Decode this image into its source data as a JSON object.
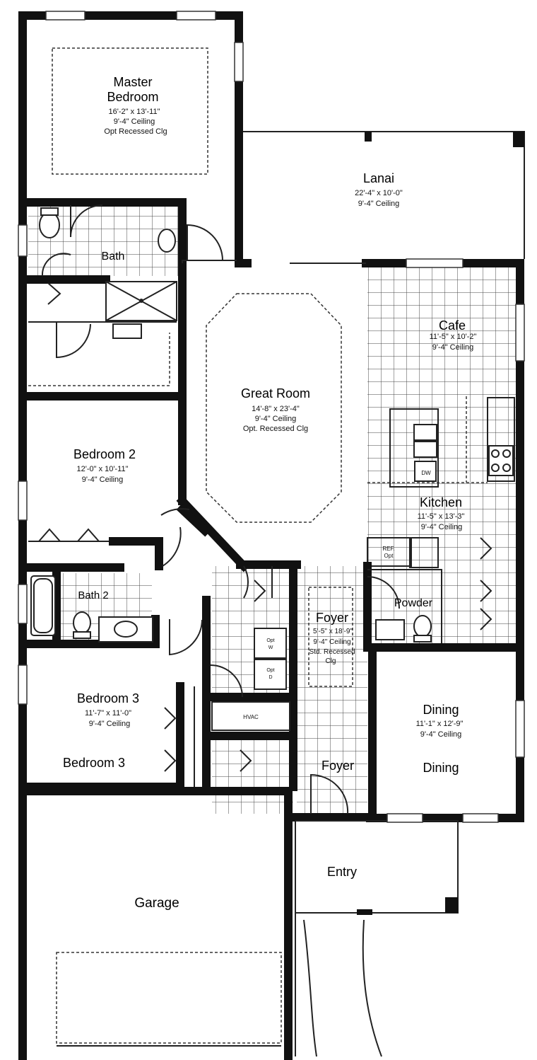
{
  "rooms": {
    "master": {
      "name_1": "Master",
      "name_2": "Bedroom",
      "dims": "16'-2\" x 13'-11\"",
      "ceiling": "9'-4\" Ceiling",
      "note": "Opt Recessed Clg"
    },
    "lanai": {
      "name": "Lanai",
      "dims": "22'-4\" x 10'-0\"",
      "ceiling": "9'-4\" Ceiling"
    },
    "bath": {
      "name": "Bath"
    },
    "cafe": {
      "name": "Cafe",
      "dims": "11'-5\" x 10'-2\"",
      "ceiling": "9'-4\" Ceiling"
    },
    "great_room": {
      "name": "Great Room",
      "dims": "14'-8\" x 23'-4\"",
      "ceiling": "9'-4\" Ceiling",
      "note": "Opt. Recessed Clg"
    },
    "bedroom2": {
      "name": "Bedroom 2",
      "dims": "12'-0\" x 10'-11\"",
      "ceiling": "9'-4\" Ceiling"
    },
    "kitchen": {
      "name": "Kitchen",
      "dims": "11'-5\" x 13'-3\"",
      "ceiling": "9'-4\" Ceiling"
    },
    "bath2": {
      "name": "Bath 2"
    },
    "foyer_main": {
      "name": "Foyer",
      "dims": "5'-5\" x 18'-9\"",
      "ceiling": "9'-4\" Ceiling",
      "note_1": "Std. Recessed",
      "note_2": "Clg"
    },
    "powder": {
      "name": "Powder"
    },
    "bedroom3": {
      "name": "Bedroom 3",
      "dims": "11'-7\" x 11'-0\"",
      "ceiling": "9'-4\" Ceiling",
      "label_2": "Bedroom 3"
    },
    "dining": {
      "name": "Dining",
      "dims": "11'-1\" x 12'-9\"",
      "ceiling": "9'-4\" Ceiling",
      "label_2": "Dining"
    },
    "foyer_entry": {
      "name": "Foyer"
    },
    "entry": {
      "name": "Entry"
    },
    "garage": {
      "name": "Garage"
    }
  },
  "fixtures": {
    "hvac": "HVAC",
    "dishwasher": "DW",
    "ref_1": "REF.",
    "ref_2": "Opt",
    "washer_1": "Opt",
    "washer_2": "W",
    "dryer_1": "Opt",
    "dryer_2": "D"
  }
}
